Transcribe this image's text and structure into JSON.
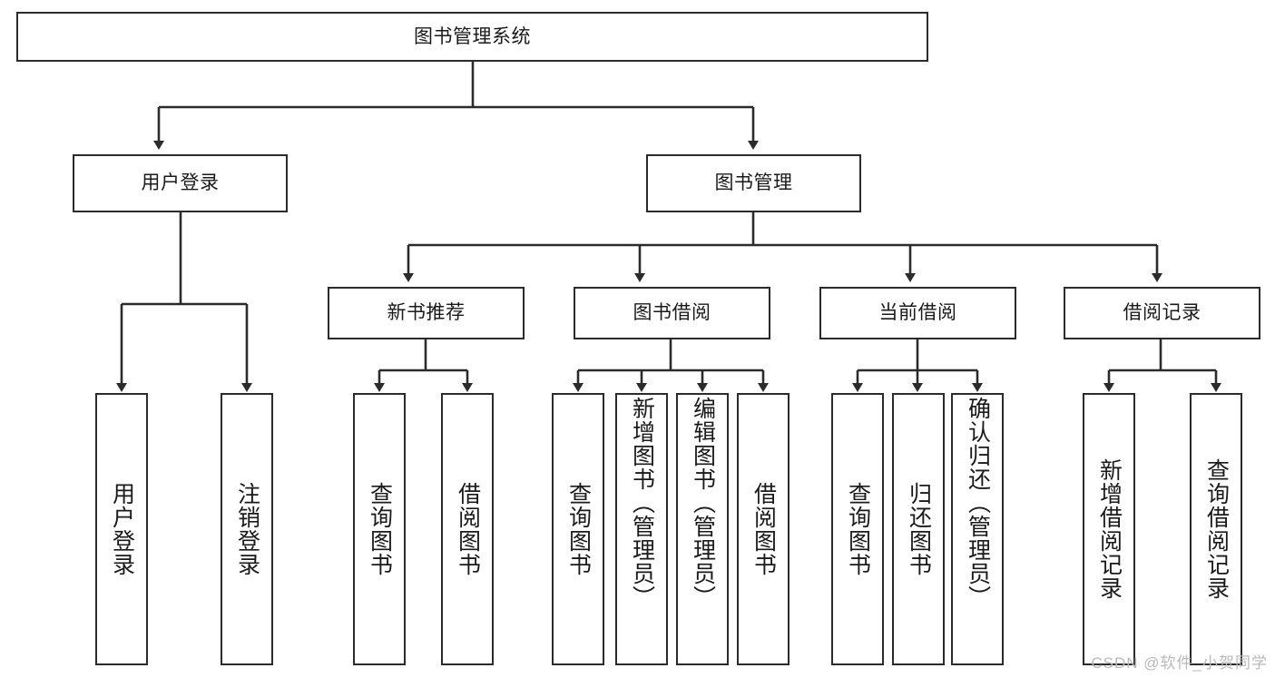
{
  "diagram": {
    "title": "图书管理系统",
    "type": "hierarchy-tree",
    "watermark": "CSDN @软件_小贺同学",
    "colors": {
      "box_border": "#2b2b2b",
      "box_fill": "#ffffff",
      "line": "#2b2b2b",
      "text": "#1a1a1a",
      "watermark": "#b9b9b9"
    },
    "root": {
      "label": "图书管理系统"
    },
    "level2": [
      {
        "label": "用户登录"
      },
      {
        "label": "图书管理"
      }
    ],
    "level3": [
      {
        "label": "新书推荐"
      },
      {
        "label": "图书借阅"
      },
      {
        "label": "当前借阅"
      },
      {
        "label": "借阅记录"
      }
    ],
    "leaves": {
      "user_login": [
        {
          "label": "用户登录"
        },
        {
          "label": "注销登录"
        }
      ],
      "new_book_recommend": [
        {
          "label": "查询图书"
        },
        {
          "label": "借阅图书"
        }
      ],
      "book_borrow": [
        {
          "label": "查询图书"
        },
        {
          "label": "新增图书（管理员）"
        },
        {
          "label": "编辑图书（管理员）"
        },
        {
          "label": "借阅图书"
        }
      ],
      "current_borrow": [
        {
          "label": "查询图书"
        },
        {
          "label": "归还图书"
        },
        {
          "label": "确认归还（管理员）"
        }
      ],
      "borrow_record": [
        {
          "label": "新增借阅记录"
        },
        {
          "label": "查询借阅记录"
        }
      ]
    }
  }
}
